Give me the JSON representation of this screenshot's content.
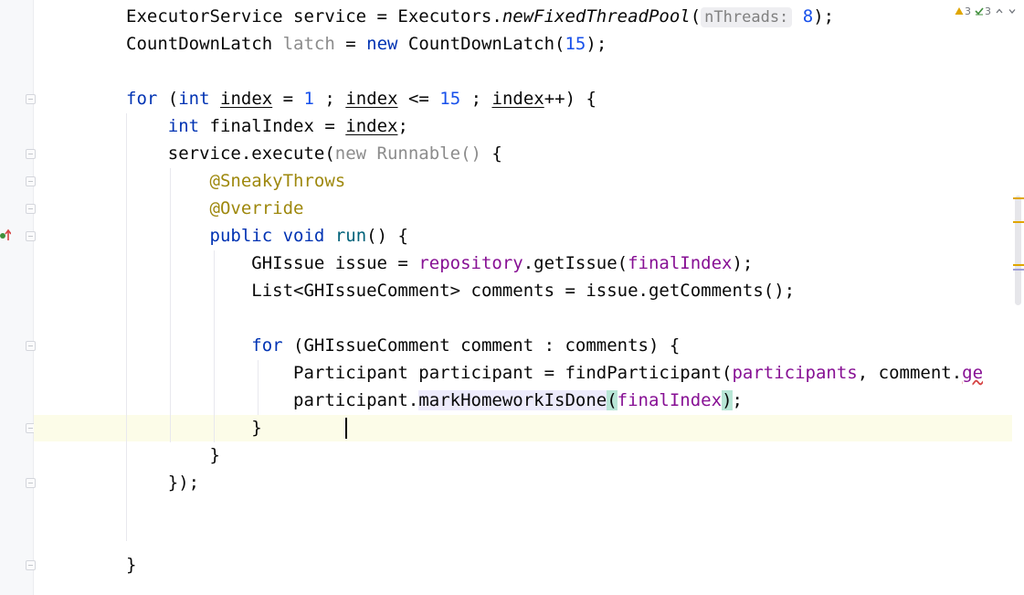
{
  "status": {
    "warnings_count": "3",
    "weak_warnings_count": "3",
    "warning_color": "#e0a600",
    "weak_warning_color": "#3f8f3b",
    "icons": [
      "warning-triangle-icon",
      "checkmark-icon",
      "chevron-up-icon",
      "chevron-down-icon"
    ]
  },
  "code": {
    "l1": {
      "a": "ExecutorService service = Executors.",
      "b": "newFixedThreadPool",
      "c": "(",
      "hint": "nThreads:",
      "d": " ",
      "e": "8",
      "f": ");"
    },
    "l2": {
      "a": "CountDownLatch ",
      "b": "latch",
      "c": " = ",
      "d": "new",
      "e": " CountDownLatch(",
      "f": "15",
      "g": ");"
    },
    "l4": {
      "a": "for",
      "b": " (",
      "c": "int",
      "d": " ",
      "e": "index",
      "f": " = ",
      "g": "1",
      "h": " ; ",
      "i": "index",
      "j": " <= ",
      "k": "15",
      "l": " ; ",
      "m": "index",
      "n": "++) {"
    },
    "l5": {
      "a": "int",
      "b": " finalIndex = ",
      "c": "index",
      "d": ";"
    },
    "l6": {
      "a": "service.execute(",
      "b": "new Runnable()",
      "c": " {"
    },
    "l7": {
      "a": "@SneakyThrows"
    },
    "l8": {
      "a": "@Override"
    },
    "l9": {
      "a": "public",
      "b": " ",
      "c": "void",
      "d": " ",
      "e": "run",
      "f": "() {"
    },
    "l10": {
      "a": "GHIssue issue = ",
      "b": "repository",
      "c": ".getIssue(",
      "d": "finalIndex",
      "e": ");"
    },
    "l11": {
      "a": "List<GHIssueComment> comments = issue.getComments();"
    },
    "l13": {
      "a": "for",
      "b": " (GHIssueComment comment : comments) {"
    },
    "l14": {
      "a": "Participant participant = findParticipant(",
      "b": "participants",
      "c": ", comment.",
      "d": "ge"
    },
    "l15": {
      "a": "participant.",
      "b": "markHomeworkIsDone",
      "c": "(",
      "d": "finalIndex",
      "e": ")",
      "f": ";"
    },
    "l16": {
      "a": "}"
    },
    "l17": {
      "a": "}"
    },
    "l18": {
      "a": "});"
    },
    "l21": {
      "a": "}"
    }
  },
  "colors": {
    "keyword": "#0033b3",
    "number": "#1750eb",
    "field": "#871094",
    "annotation": "#9e880d",
    "current_line": "#fcfce8"
  }
}
